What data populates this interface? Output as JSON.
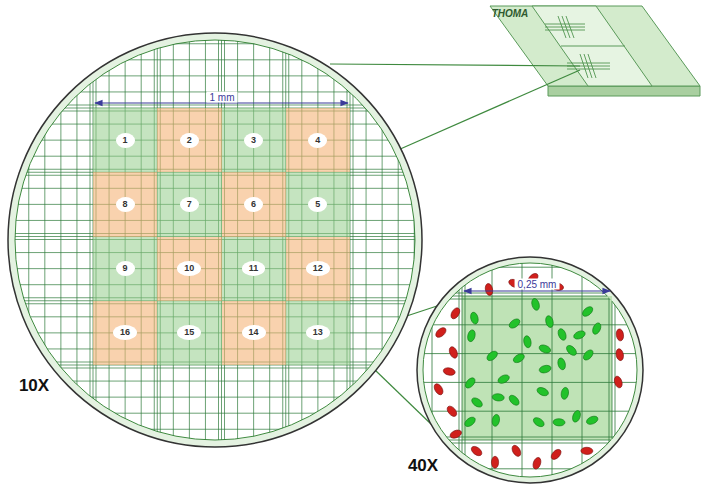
{
  "diagram": {
    "nodes": [
      {
        "text": [
          "1"
        ]
      },
      {
        "text": [
          "2"
        ]
      },
      {
        "text": [
          "3"
        ]
      },
      {
        "text": [
          "4"
        ]
      },
      {
        "text": [
          "8"
        ]
      },
      {
        "text": [
          "7"
        ]
      },
      {
        "text": [
          "6"
        ]
      },
      {
        "text": [
          "5"
        ]
      },
      {
        "text": [
          "9"
        ]
      },
      {
        "text": [
          "10"
        ]
      },
      {
        "text": [
          "11"
        ]
      },
      {
        "text": [
          "12"
        ]
      },
      {
        "text": [
          "16"
        ]
      },
      {
        "text": [
          "15"
        ]
      },
      {
        "text": [
          "14"
        ]
      },
      {
        "text": [
          "13"
        ]
      }
    ],
    "labels": [
      "THOMA",
      "1 mm",
      "0,25 mm",
      "10X",
      "40X"
    ]
  }
}
